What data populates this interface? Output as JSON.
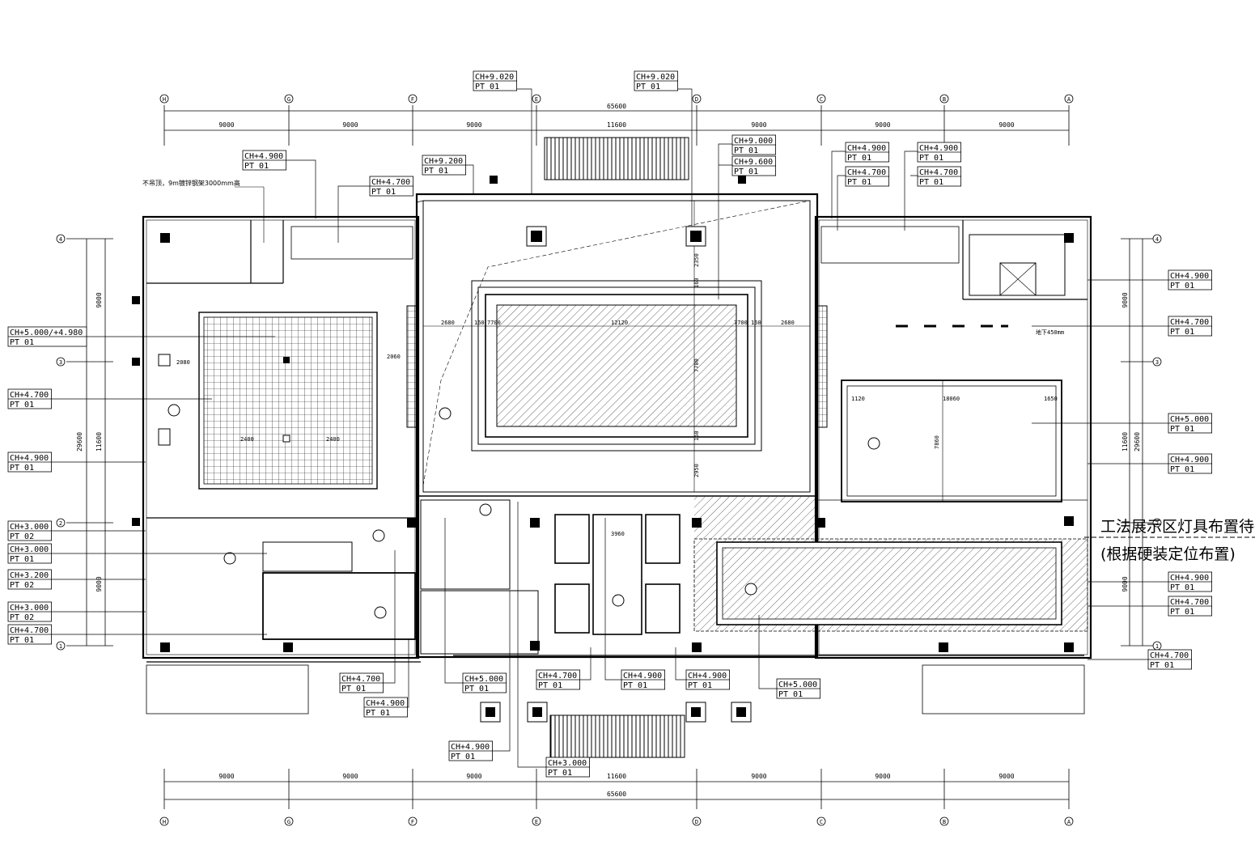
{
  "overall_dim": "65600",
  "bay_dims": [
    "9000",
    "9000",
    "9000",
    "11600",
    "9000",
    "9000",
    "9000"
  ],
  "axes_top": [
    "H",
    "G",
    "F",
    "E",
    "D",
    "C",
    "B",
    "A"
  ],
  "axes_side": [
    "4",
    "3",
    "2",
    "1"
  ],
  "side_dims_left": [
    "9000",
    "29600",
    "11600",
    "9000"
  ],
  "side_dims_right": [
    "9000",
    "29600",
    "11600",
    "9000"
  ],
  "note_top_left": "不吊顶，9m镀锌钢架3000mm高",
  "note_right_line1": "工法展示区灯具布置待确",
  "note_right_line2": "(根据硬装定位布置)",
  "hall_dims": [
    "2680",
    "160",
    "7700",
    "12120",
    "7700",
    "160",
    "2680"
  ],
  "right_room_dims": [
    "1120",
    "18060",
    "1650"
  ],
  "center_vertical_dims": [
    "2350",
    "7700",
    "160",
    "160",
    "2950"
  ],
  "left_room_dims": [
    "2080",
    "2060",
    "2400",
    "2400"
  ],
  "misc_small_labels": [
    "地下450mm",
    "7860",
    "3960"
  ],
  "ceiling_tags": [
    {
      "ch": "CH+9.020",
      "pt": "PT 01"
    },
    {
      "ch": "CH+9.020",
      "pt": "PT 01"
    },
    {
      "ch": "CH+9.000",
      "pt": "PT 01"
    },
    {
      "ch": "CH+9.600",
      "pt": "PT 01"
    },
    {
      "ch": "CH+4.900",
      "pt": "PT 01"
    },
    {
      "ch": "CH+9.200",
      "pt": "PT 01"
    },
    {
      "ch": "CH+4.700",
      "pt": "PT 01"
    },
    {
      "ch": "CH+4.900",
      "pt": "PT 01"
    },
    {
      "ch": "CH+4.700",
      "pt": "PT 01"
    },
    {
      "ch": "CH+4.900",
      "pt": "PT 01"
    },
    {
      "ch": "CH+4.700",
      "pt": "PT 01"
    },
    {
      "ch": "CH+5.000/+4.980",
      "pt": "PT 01"
    },
    {
      "ch": "CH+4.700",
      "pt": "PT 01"
    },
    {
      "ch": "CH+4.900",
      "pt": "PT 01"
    },
    {
      "ch": "CH+3.000",
      "pt": "PT 02"
    },
    {
      "ch": "CH+3.000",
      "pt": "PT 01"
    },
    {
      "ch": "CH+3.200",
      "pt": "PT 02"
    },
    {
      "ch": "CH+3.000",
      "pt": "PT 02"
    },
    {
      "ch": "CH+4.700",
      "pt": "PT 01"
    },
    {
      "ch": "CH+4.900",
      "pt": "PT 01"
    },
    {
      "ch": "CH+4.700",
      "pt": "PT 01"
    },
    {
      "ch": "CH+5.000",
      "pt": "PT 01"
    },
    {
      "ch": "CH+4.900",
      "pt": "PT 01"
    },
    {
      "ch": "CH+4.900",
      "pt": "PT 01"
    },
    {
      "ch": "CH+4.700",
      "pt": "PT 01"
    },
    {
      "ch": "CH+4.700",
      "pt": "PT 01"
    },
    {
      "ch": "CH+4.700",
      "pt": "PT 01"
    },
    {
      "ch": "CH+5.000",
      "pt": "PT 01"
    },
    {
      "ch": "CH+4.700",
      "pt": "PT 01"
    },
    {
      "ch": "CH+4.900",
      "pt": "PT 01"
    },
    {
      "ch": "CH+4.900",
      "pt": "PT 01"
    },
    {
      "ch": "CH+3.000",
      "pt": "PT 01"
    },
    {
      "ch": "CH+5.000",
      "pt": "PT 01"
    }
  ]
}
